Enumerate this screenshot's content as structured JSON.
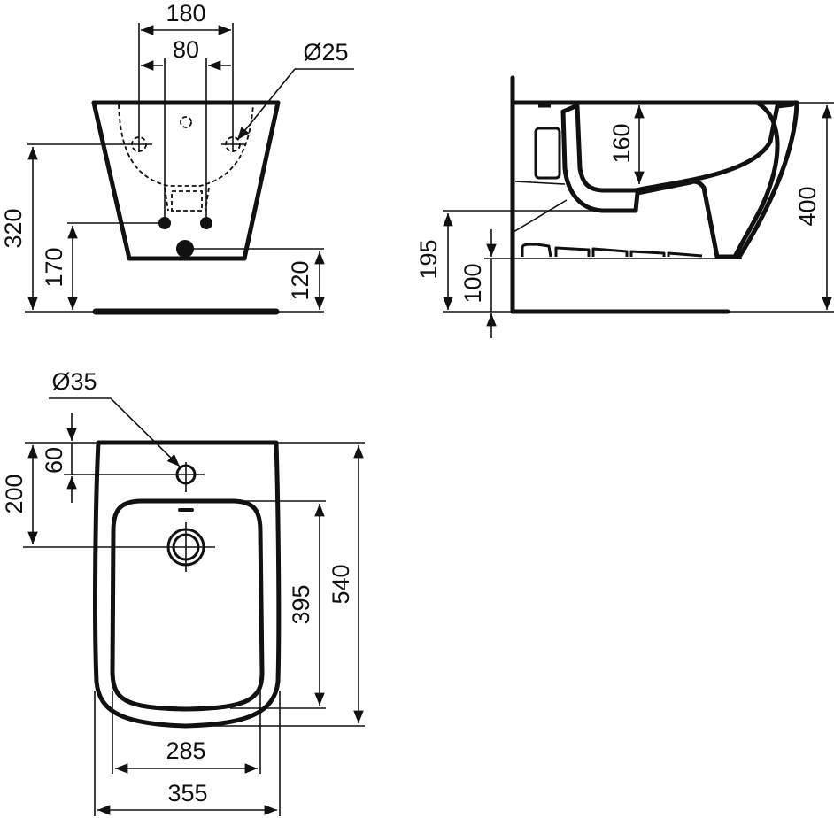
{
  "drawing": {
    "type": "technical dimension drawing (wall-hung bidet)",
    "units": "mm",
    "color_line": "#111111",
    "color_background": "#ffffff"
  },
  "front_view": {
    "dims": {
      "tap_holes_outer": "180",
      "tap_holes_inner": "80",
      "hole_diameter": "Ø25",
      "height_holes": "320",
      "height_supply": "170",
      "height_waste": "120"
    }
  },
  "side_view": {
    "dims": {
      "bowl_depth": "160",
      "total_height": "400",
      "height_outlet": "195",
      "height_bottom": "100"
    }
  },
  "top_view": {
    "dims": {
      "tap_hole_diameter": "Ø35",
      "tap_offset": "60",
      "drain_offset": "200",
      "bowl_length": "395",
      "total_length": "540",
      "bowl_width": "285",
      "total_width": "355"
    }
  }
}
